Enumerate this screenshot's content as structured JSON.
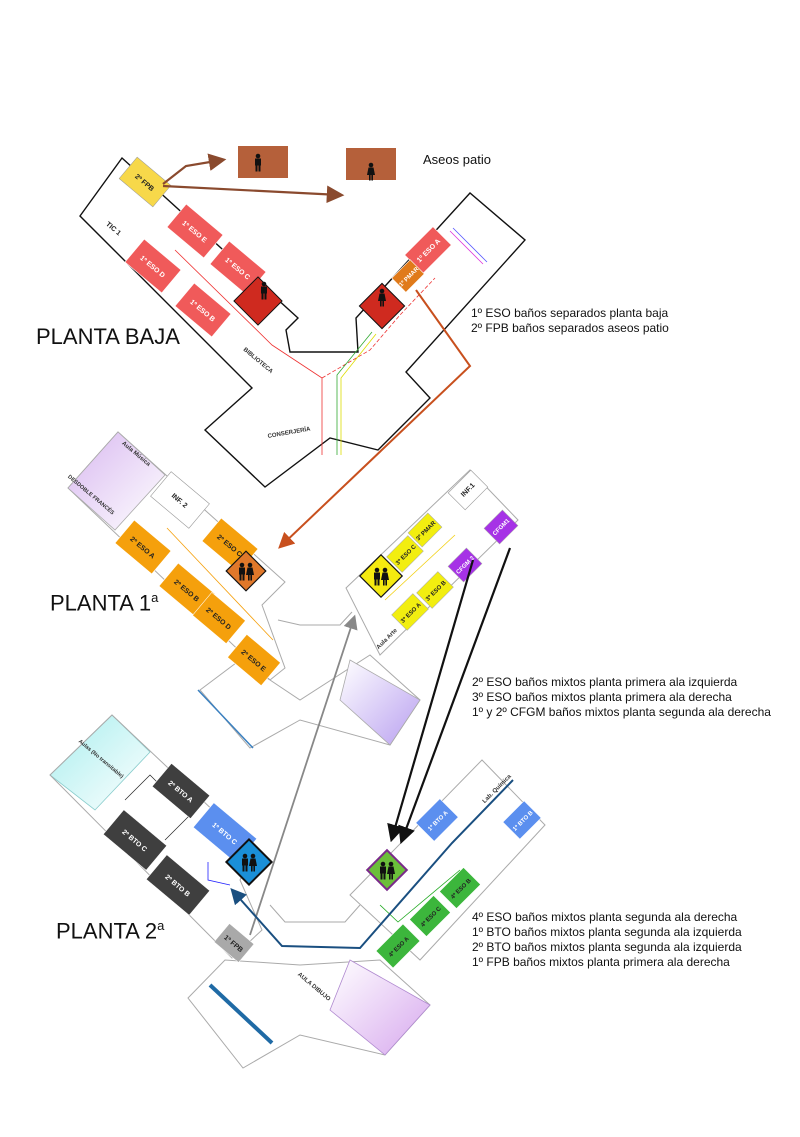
{
  "patio": {
    "title": "Aseos patio",
    "icons": [
      "man-icon",
      "woman-icon"
    ],
    "box_color": "#b5603a"
  },
  "planta_baja": {
    "title": "PLANTA BAJA",
    "rooms": {
      "fpb2": "2º FPB",
      "tic1": "TIC 1",
      "eso1e": "1º ESO E",
      "eso1d": "1º ESO D",
      "eso1c": "1º ESO C",
      "eso1b": "1º ESO B",
      "eso1a": "1º ESO A",
      "pmar1": "1º PMAR"
    },
    "notes": [
      "1º ESO baños separados planta baja",
      "2º FPB baños separados aseos patio"
    ],
    "colors": {
      "eso": "#f05a5a",
      "fpb": "#f7d84a",
      "pmar": "#e07a1a",
      "bath": "#cf2a1f"
    }
  },
  "planta_1": {
    "title": "PLANTA 1",
    "title_sup": "a",
    "rooms": {
      "musica": "Aula Música",
      "desdoble": "DESDOBLE FRANCÉS",
      "inf2": "INF. 2",
      "eso2a": "2º ESO A",
      "eso2b": "2º ESO B",
      "eso2c": "2º ESO C",
      "eso2d": "2º ESO D",
      "eso2e": "2º ESO E",
      "inf1": "INF.1",
      "pmar3": "3º PMAR",
      "eso3c": "3º ESO C",
      "eso3b": "3º ESO B",
      "eso3a": "3º ESO A",
      "arte": "Aula Arte",
      "cfgm1": "CFGM1",
      "cfgm2": "CFGM 2"
    },
    "notes": [
      "2º ESO baños mixtos planta primera ala izquierda",
      "3º ESO baños mixtos planta primera ala derecha",
      "1º y 2º CFGM baños mixtos planta segunda ala derecha"
    ],
    "colors": {
      "eso2": "#f5a00c",
      "eso3": "#f2ee10",
      "cfgm": "#a632e6",
      "bath_left": "#e0782a",
      "bath_right": "#f5ea10"
    }
  },
  "planta_2": {
    "title": "PLANTA 2",
    "title_sup": "a",
    "rooms": {
      "aulas": "Aulas (No transitable)",
      "bto2a": "2º BTO A",
      "bto2c": "2º BTO C",
      "bto2b": "2º BTO B",
      "bto1c": "1º BTO C",
      "fpb1": "1º FPB",
      "bto1a": "1º BTO A",
      "bto1b": "1º BTO B",
      "eso4b": "4º ESO B",
      "eso4c": "4º ESO C",
      "eso4a": "4º ESO A",
      "quimica": "Lab. Química",
      "dibujo": "AULA DIBUJO"
    },
    "notes": [
      "4º ESO baños mixtos planta segunda ala derecha",
      "1º BTO baños mixtos planta segunda ala izquierda",
      "2º BTO baños mixtos planta segunda ala izquierda",
      "1º FPB baños mixtos planta primera ala derecha"
    ],
    "colors": {
      "bto2": "#3f3f3f",
      "bto1": "#5b8fef",
      "fpb": "#a9a9a9",
      "eso4": "#3cb63c",
      "bath_left": "#1a8fd8",
      "bath_right": "#6bbf3a"
    }
  }
}
